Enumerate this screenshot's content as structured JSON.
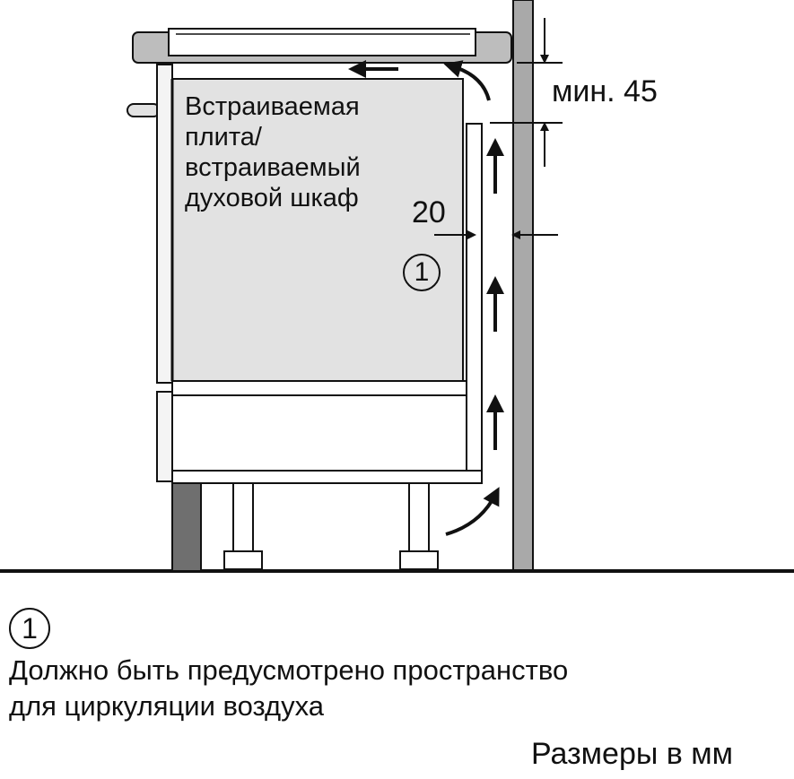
{
  "appliance": {
    "label_lines": [
      "Встраиваемая",
      "плита/",
      "встраиваемый",
      "духовой шкаф"
    ]
  },
  "dimensions": {
    "gap_side": "20",
    "gap_top": "мин. 45"
  },
  "callout": {
    "marker": "1"
  },
  "legend": {
    "marker": "1",
    "text_lines": [
      "Должно быть предусмотрено пространство",
      "для циркуляции воздуха"
    ]
  },
  "units_note": "Размеры в мм",
  "colors": {
    "appliance_fill": "#e2e2e2",
    "wall_fill": "#a9a9a9",
    "plinth_fill": "#6f6f6f",
    "line": "#111111"
  }
}
